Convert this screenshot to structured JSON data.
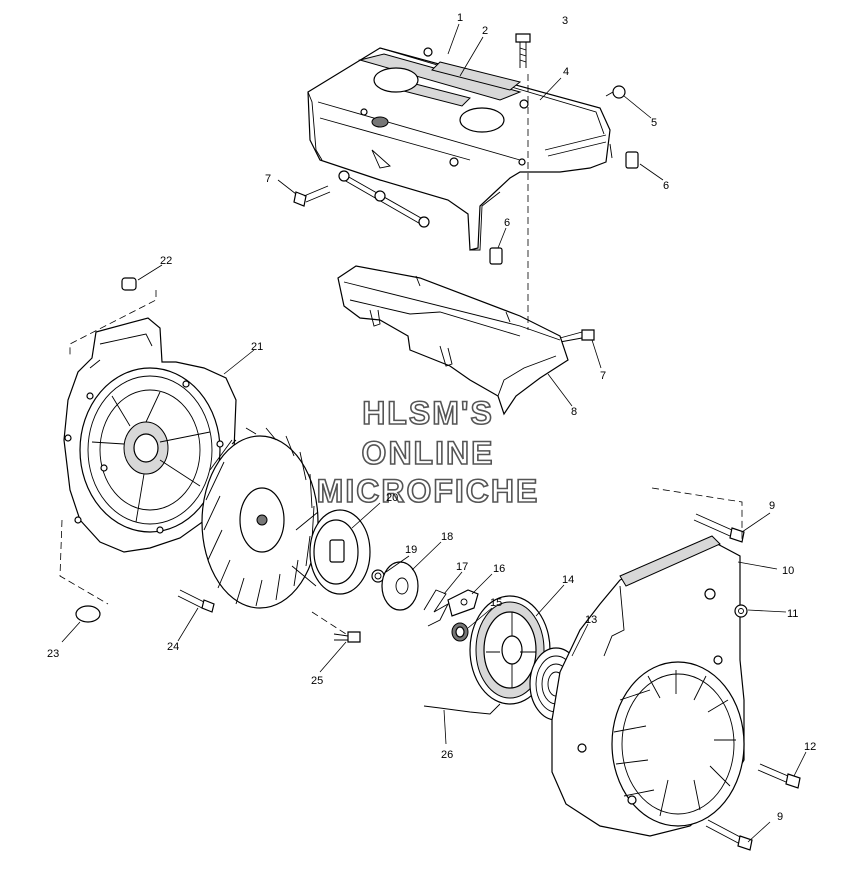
{
  "watermark": {
    "line1": "HLSM'S",
    "line2": "ONLINE",
    "line3": "MICROFICHE"
  },
  "callouts": [
    {
      "id": "c1",
      "label": "1"
    },
    {
      "id": "c2",
      "label": "2"
    },
    {
      "id": "c3",
      "label": "3"
    },
    {
      "id": "c4",
      "label": "4"
    },
    {
      "id": "c5",
      "label": "5"
    },
    {
      "id": "c6a",
      "label": "6"
    },
    {
      "id": "c6b",
      "label": "6"
    },
    {
      "id": "c7a",
      "label": "7"
    },
    {
      "id": "c7b",
      "label": "7"
    },
    {
      "id": "c8",
      "label": "8"
    },
    {
      "id": "c9a",
      "label": "9"
    },
    {
      "id": "c9b",
      "label": "9"
    },
    {
      "id": "c10",
      "label": "10"
    },
    {
      "id": "c11",
      "label": "11"
    },
    {
      "id": "c12",
      "label": "12"
    },
    {
      "id": "c13",
      "label": "13"
    },
    {
      "id": "c14",
      "label": "14"
    },
    {
      "id": "c15",
      "label": "15"
    },
    {
      "id": "c16",
      "label": "16"
    },
    {
      "id": "c17",
      "label": "17"
    },
    {
      "id": "c18",
      "label": "18"
    },
    {
      "id": "c19",
      "label": "19"
    },
    {
      "id": "c20",
      "label": "20"
    },
    {
      "id": "c21",
      "label": "21"
    },
    {
      "id": "c22",
      "label": "22"
    },
    {
      "id": "c23",
      "label": "23"
    },
    {
      "id": "c24",
      "label": "24"
    },
    {
      "id": "c25",
      "label": "25"
    },
    {
      "id": "c26",
      "label": "26"
    }
  ]
}
